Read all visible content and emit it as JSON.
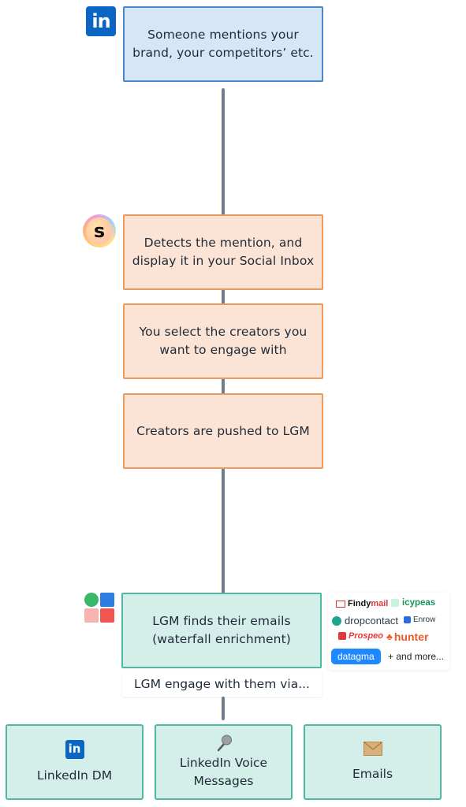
{
  "nodes": {
    "mention": {
      "text": "Someone mentions your\nbrand, your competitors’ etc.",
      "icon": "linkedin-logo"
    },
    "detect": {
      "text": "Detects the mention, and\ndisplay it in your Social Inbox",
      "icon": "s-logo"
    },
    "select": {
      "text": "You select the creators you\nwant to engage with"
    },
    "push": {
      "text": "Creators are pushed to LGM"
    },
    "enrich": {
      "text": "LGM finds their emails\n(waterfall enrichment)",
      "icon": "lgm-logo"
    },
    "engage_caption": {
      "text": "LGM engage with them via..."
    }
  },
  "vendors": {
    "findymail_a": "Findy",
    "findymail_b": "mail",
    "icypeas": "icypeas",
    "dropcontact": "dropcontact",
    "enrow": "Enrow",
    "prospeo": "Prospeo",
    "hunter": "hunter",
    "datagma": "datagma",
    "more": "+ and more..."
  },
  "channels": [
    {
      "label": "LinkedIn DM",
      "icon": "linkedin-icon"
    },
    {
      "label": "LinkedIn Voice\nMessages",
      "icon": "microphone-icon"
    },
    {
      "label": "Emails",
      "icon": "envelope-icon"
    }
  ],
  "colors": {
    "blue_fill": "#d7e6f6",
    "blue_border": "#4a87c9",
    "orange_fill": "#fbe4d6",
    "orange_border": "#ee9a5c",
    "teal_fill": "#d4efea",
    "teal_border": "#52b6a4",
    "connector": "#6e7f8f",
    "linkedin": "#0a66c2"
  }
}
